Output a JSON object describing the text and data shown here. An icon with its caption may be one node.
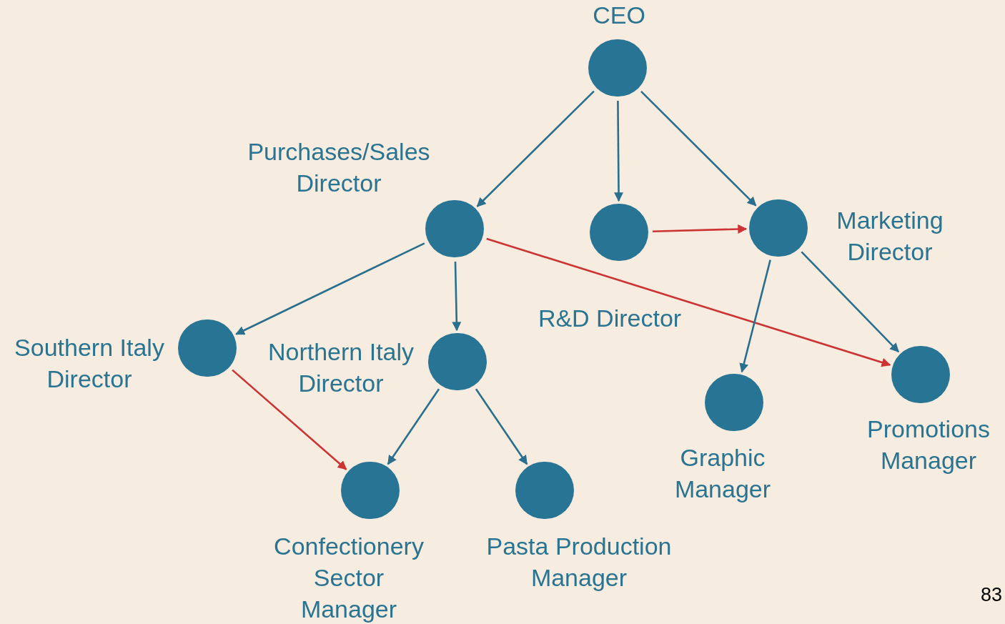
{
  "diagram": {
    "nodes": [
      {
        "text": [
          "CEO"
        ]
      },
      {
        "text": [
          "Purchases/Sales Director"
        ]
      },
      {
        "text": [
          "R&D Director"
        ]
      },
      {
        "text": [
          "Marketing Director"
        ]
      },
      {
        "text": [
          "Southern Italy Director"
        ]
      },
      {
        "text": [
          "Northern Italy Director"
        ]
      },
      {
        "text": [
          "Confectionery Sector Manager"
        ]
      },
      {
        "text": [
          "Pasta Production Manager"
        ]
      },
      {
        "text": [
          "Graphic Manager"
        ]
      },
      {
        "text": [
          "Promotions Manager"
        ]
      }
    ],
    "edges": [
      {
        "from": 0,
        "to": 1,
        "arrow": "to"
      },
      {
        "from": 0,
        "to": 2,
        "arrow": "to"
      },
      {
        "from": 0,
        "to": 3,
        "arrow": "to"
      },
      {
        "from": 2,
        "to": 3,
        "arrow": "to",
        "color": "#cc3333"
      },
      {
        "from": 1,
        "to": 4,
        "arrow": "to"
      },
      {
        "from": 1,
        "to": 5,
        "arrow": "to"
      },
      {
        "from": 1,
        "to": 9,
        "arrow": "to",
        "color": "#cc3333"
      },
      {
        "from": 3,
        "to": 8,
        "arrow": "to"
      },
      {
        "from": 3,
        "to": 9,
        "arrow": "to"
      },
      {
        "from": 4,
        "to": 6,
        "arrow": "to",
        "color": "#cc3333"
      },
      {
        "from": 5,
        "to": 6,
        "arrow": "to"
      },
      {
        "from": 5,
        "to": 7,
        "arrow": "to"
      }
    ],
    "labels": [
      "83"
    ]
  }
}
